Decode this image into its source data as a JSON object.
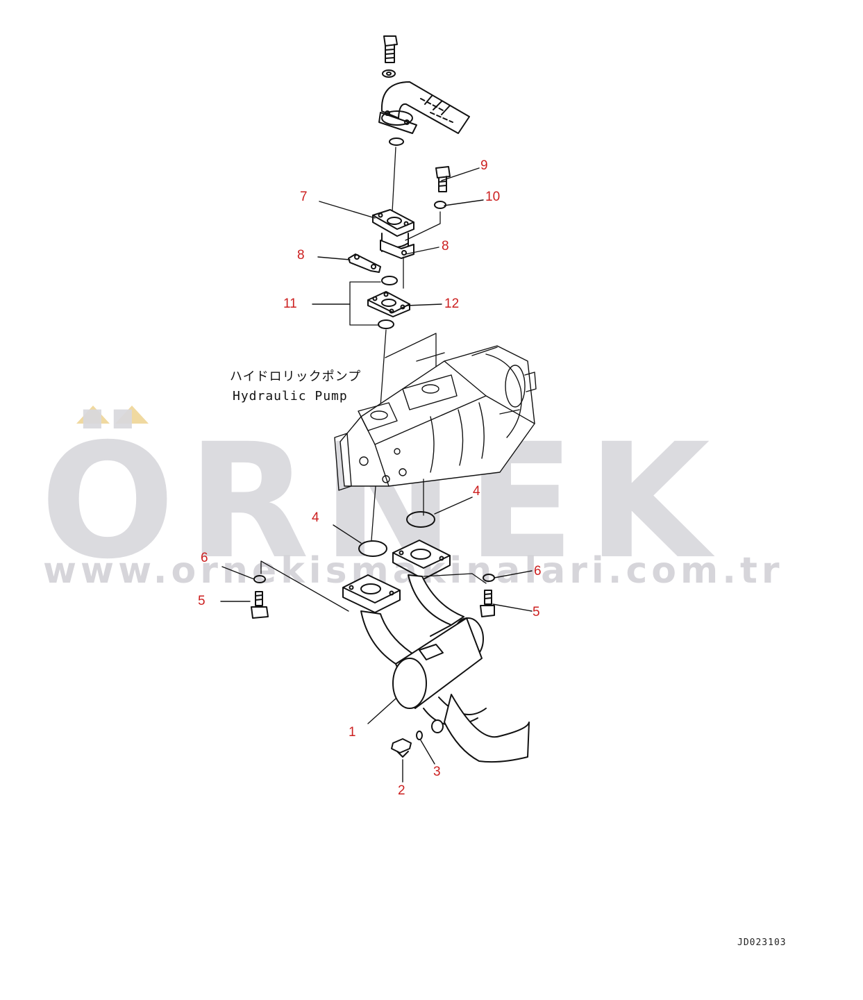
{
  "watermark": {
    "logo": "ÖRNEK",
    "url": "www.ornekismakinalari.com.tr",
    "logo_color": "#d9d8dd",
    "accent_color": "#f0d9a0"
  },
  "pump_label": {
    "japanese": "ハイドロリックポンプ",
    "english": "Hydraulic Pump"
  },
  "callouts": [
    {
      "id": "c9",
      "text": "9"
    },
    {
      "id": "c10",
      "text": "10"
    },
    {
      "id": "c7",
      "text": "7"
    },
    {
      "id": "c8a",
      "text": "8"
    },
    {
      "id": "c8b",
      "text": "8"
    },
    {
      "id": "c11",
      "text": "11"
    },
    {
      "id": "c12",
      "text": "12"
    },
    {
      "id": "c4a",
      "text": "4"
    },
    {
      "id": "c4b",
      "text": "4"
    },
    {
      "id": "c6a",
      "text": "6"
    },
    {
      "id": "c6b",
      "text": "6"
    },
    {
      "id": "c5a",
      "text": "5"
    },
    {
      "id": "c5b",
      "text": "5"
    },
    {
      "id": "c1",
      "text": "1"
    },
    {
      "id": "c2",
      "text": "2"
    },
    {
      "id": "c3",
      "text": "3"
    }
  ],
  "drawing_code": "JD023103",
  "callout_color": "#cc1f1f"
}
